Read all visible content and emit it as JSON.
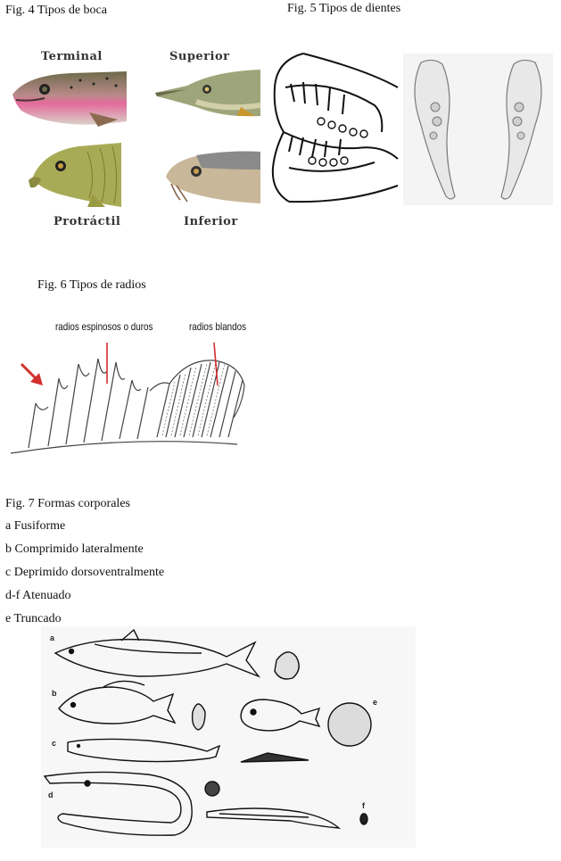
{
  "fig4": {
    "caption": "Fig. 4 Tipos de boca",
    "labels": {
      "terminal": "Terminal",
      "superior": "Superior",
      "protractil": "Protráctil",
      "inferior": "Inferior"
    }
  },
  "fig5": {
    "caption": "Fig. 5 Tipos de dientes"
  },
  "fig6": {
    "caption": "Fig. 6 Tipos de radios",
    "label_spiny": "radios espinosos o duros",
    "label_soft": "radios blandos",
    "colors": {
      "arrow": "#d32f2f"
    }
  },
  "fig7": {
    "caption": "Fig. 7 Formas corporales",
    "items": [
      "a Fusiforme",
      "b Comprimido lateralmente",
      "c Deprimido dorsoventralmente",
      "d-f Atenuado",
      "e Truncado"
    ],
    "panel_letters": [
      "a",
      "b",
      "c",
      "d",
      "e",
      "f"
    ]
  }
}
